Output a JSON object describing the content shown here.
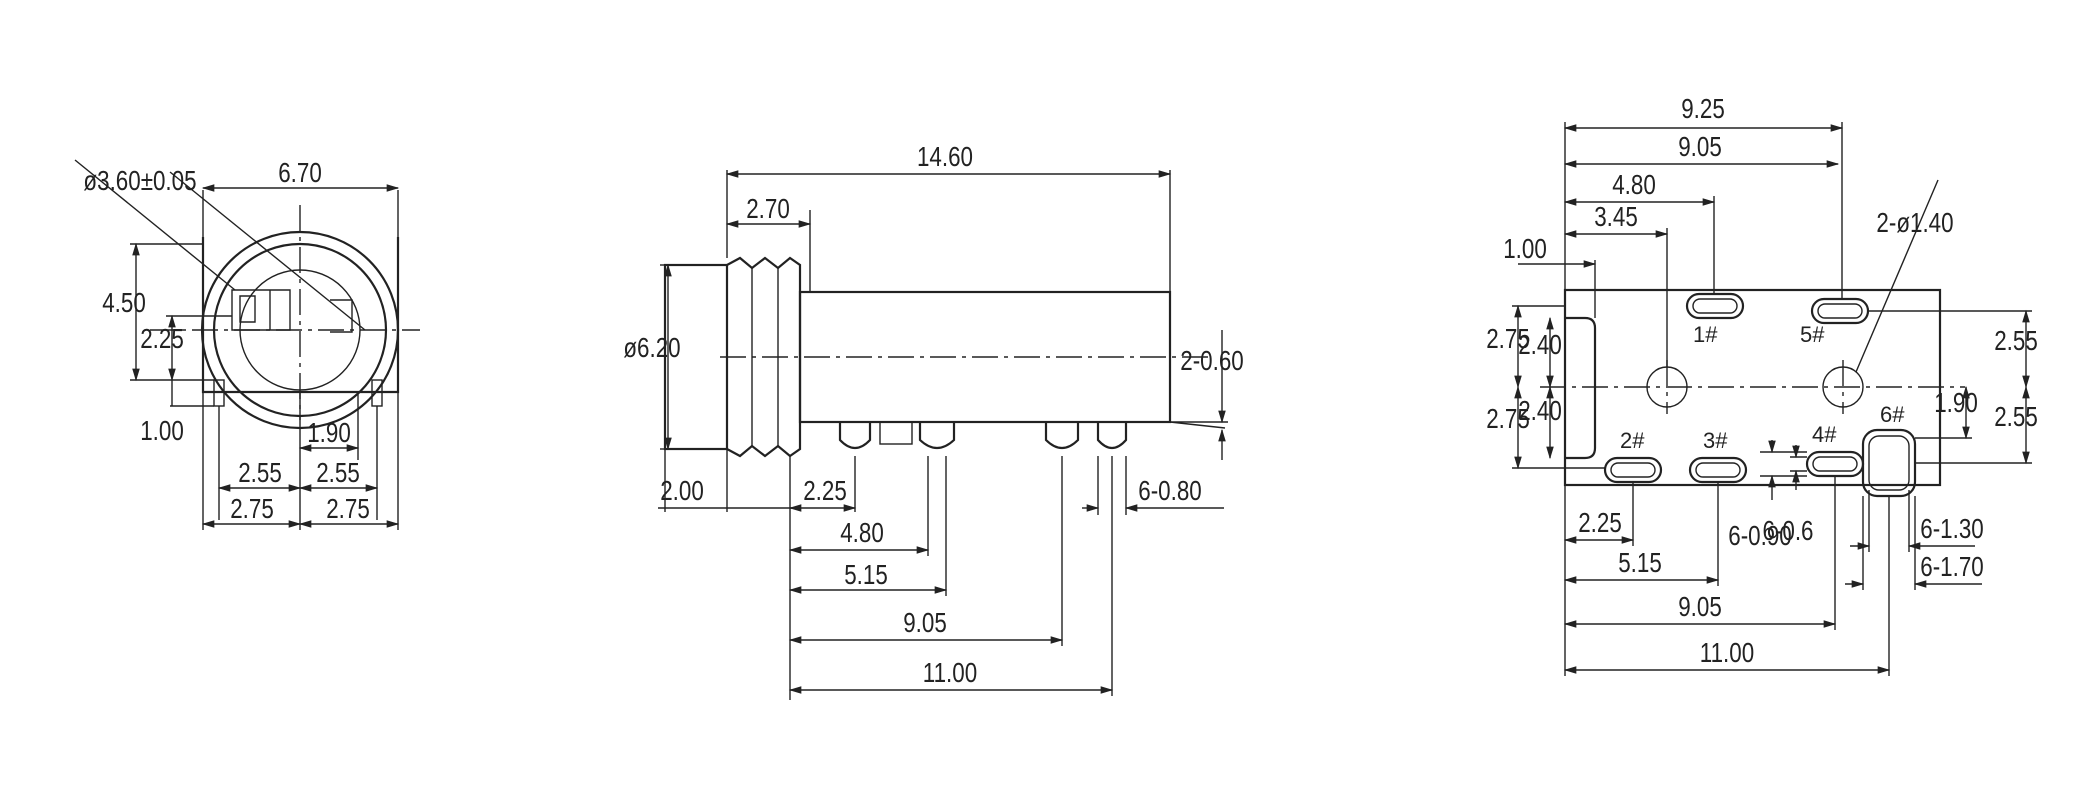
{
  "views": {
    "front": {
      "dims": {
        "hole": "ø3.60±0.05",
        "width": "6.70",
        "h1": "4.50",
        "h2": "2.25",
        "h3": "1.00",
        "w1": "1.90",
        "p1": "2.55",
        "p2": "2.55",
        "p3": "2.75",
        "p4": "2.75"
      }
    },
    "side": {
      "dims": {
        "length": "14.60",
        "front": "2.70",
        "dia": "ø6.20",
        "pinw": "2-0.60",
        "base": "2.00",
        "d1": "2.25",
        "d2": "4.80",
        "d3": "5.15",
        "d4": "9.05",
        "d5": "11.00",
        "pin": "6-0.80"
      }
    },
    "bottom": {
      "dims": {
        "top1": "9.25",
        "top2": "9.05",
        "top3": "4.80",
        "top4": "3.45",
        "left": "1.00",
        "hole": "2-ø1.40",
        "l1": "2.75",
        "l2": "2.40",
        "l3": "2.75",
        "l4": "2.40",
        "r1": "2.55",
        "r2": "1.90",
        "r3": "2.55",
        "b1": "2.25",
        "b2": "5.15",
        "b3": "9.05",
        "b4": "11.00",
        "s1": "6-0.90",
        "s2": "6-0.6",
        "s3": "6-1.30",
        "s4": "6-1.70"
      },
      "pins": {
        "p1": "1#",
        "p2": "2#",
        "p3": "3#",
        "p4": "4#",
        "p5": "5#",
        "p6": "6#"
      }
    }
  }
}
